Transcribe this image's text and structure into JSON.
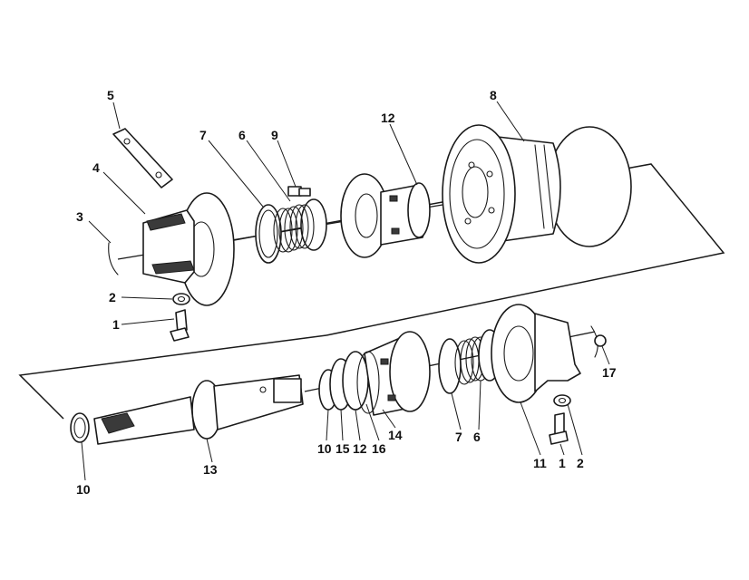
{
  "callouts_top": [
    "5",
    "4",
    "3",
    "2",
    "1",
    "7",
    "6",
    "9",
    "12",
    "8"
  ],
  "callouts_bottom": [
    "10",
    "13",
    "10",
    "15",
    "12",
    "16",
    "14",
    "7",
    "6",
    "11",
    "1",
    "2",
    "17"
  ],
  "colors": {
    "line": "#1a1a1a",
    "background": "#ffffff"
  }
}
